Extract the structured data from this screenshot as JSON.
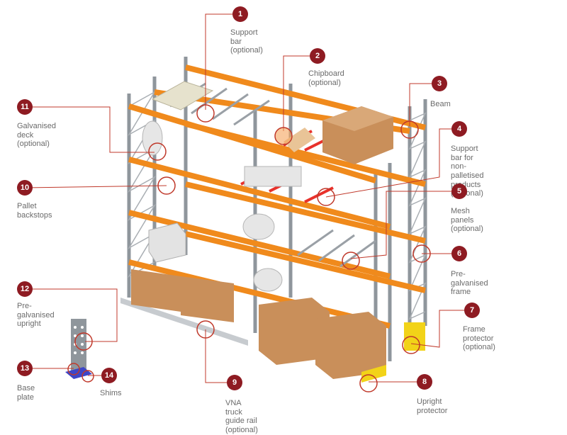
{
  "colors": {
    "accent": "#8e1b22",
    "beam": "#f08a1c",
    "upright": "#8f969c",
    "box": "#c98f5a",
    "highlight": "#e8312b",
    "protector": "#f2d318",
    "label_text": "#6b6b6b"
  },
  "callouts": [
    {
      "number": "1",
      "label": "Support bar (optional)"
    },
    {
      "number": "2",
      "label": "Chipboard (optional)"
    },
    {
      "number": "3",
      "label": "Beam"
    },
    {
      "number": "4",
      "label": "Support bar for non-palletised\nproducts (optional)"
    },
    {
      "number": "5",
      "label": "Mesh panels\n(optional)"
    },
    {
      "number": "6",
      "label": "Pre-galvanised frame"
    },
    {
      "number": "7",
      "label": "Frame protector\n(optional)"
    },
    {
      "number": "8",
      "label": "Upright protector"
    },
    {
      "number": "9",
      "label": "VNA truck guide rail\n(optional)"
    },
    {
      "number": "10",
      "label": "Pallet backstops"
    },
    {
      "number": "11",
      "label": "Galvanised deck\n(optional)"
    },
    {
      "number": "12",
      "label": "Pre-galvanised upright"
    },
    {
      "number": "13",
      "label": "Base plate"
    },
    {
      "number": "14",
      "label": "Shims"
    }
  ]
}
